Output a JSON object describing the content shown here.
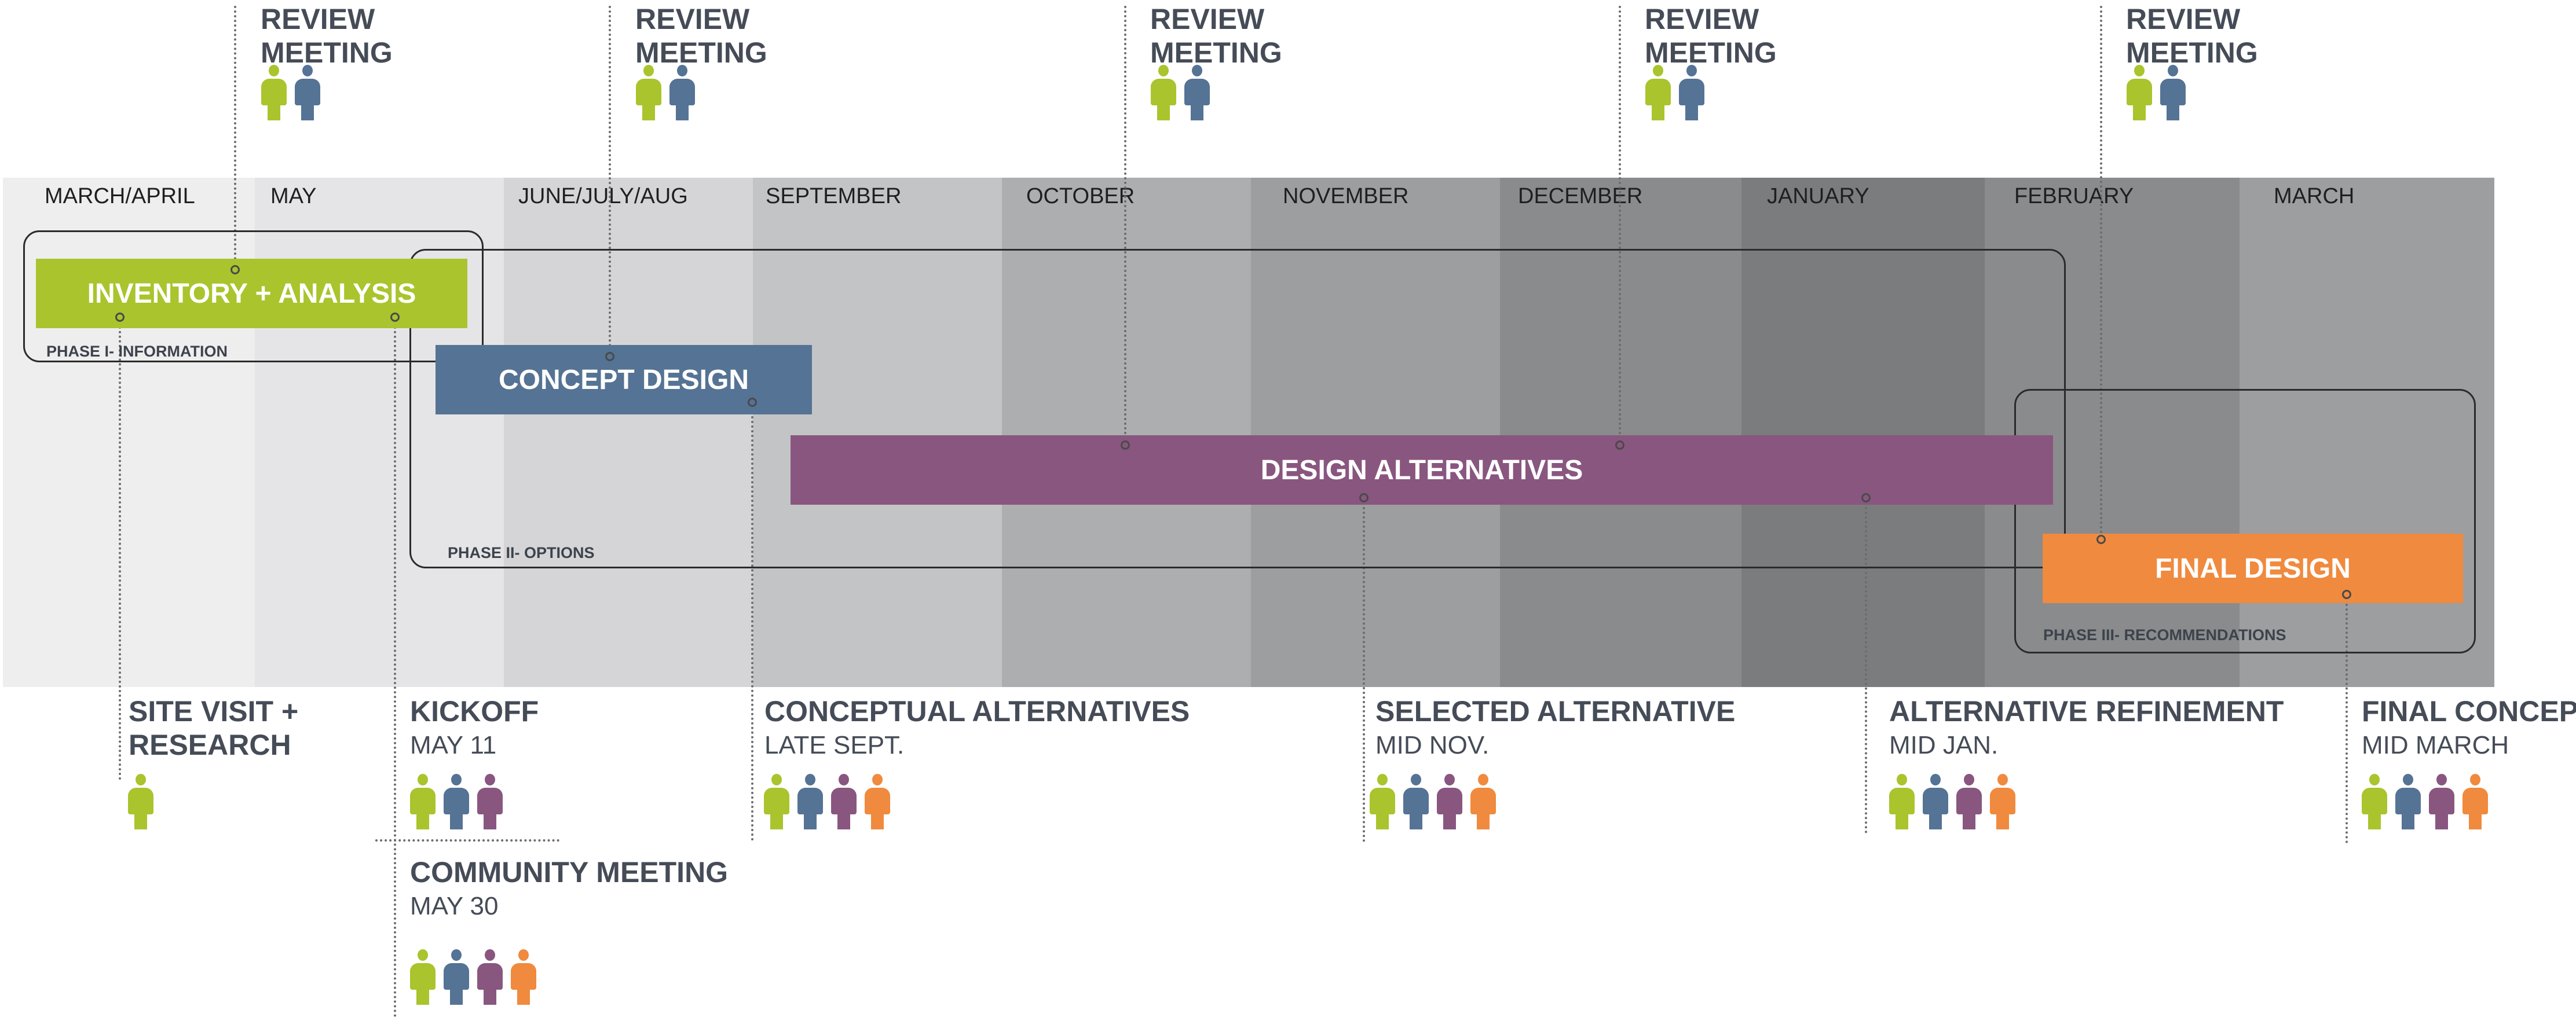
{
  "palette": {
    "green": "#a9c42d",
    "blue": "#557394",
    "purple": "#89567f",
    "orange": "#f08a3e",
    "text": "#454c57"
  },
  "months": [
    {
      "label": "MARCH/APRIL",
      "shade": "#eeeeee"
    },
    {
      "label": "MAY",
      "shade": "#e5e5e7"
    },
    {
      "label": "JUNE/JULY/AUG",
      "shade": "#d5d5d7"
    },
    {
      "label": "SEPTEMBER",
      "shade": "#c3c4c6"
    },
    {
      "label": "OCTOBER",
      "shade": "#adaeb0"
    },
    {
      "label": "NOVEMBER",
      "shade": "#9d9ea0"
    },
    {
      "label": "DECEMBER",
      "shade": "#8a8b8d"
    },
    {
      "label": "JANUARY",
      "shade": "#7b7c7e"
    },
    {
      "label": "FEBRUARY",
      "shade": "#8a8b8d"
    },
    {
      "label": "MARCH",
      "shade": "#9d9ea0"
    }
  ],
  "bars": {
    "inventory": "INVENTORY + ANALYSIS",
    "concept": "CONCEPT DESIGN",
    "alternatives": "DESIGN ALTERNATIVES",
    "final": "FINAL DESIGN"
  },
  "phases": {
    "phase1": "PHASE I- INFORMATION",
    "phase2": "PHASE II- OPTIONS",
    "phase3": "PHASE III- RECOMMENDATIONS"
  },
  "review_meetings": [
    {
      "label": "REVIEW MEETING",
      "people": [
        "green",
        "blue"
      ]
    },
    {
      "label": "REVIEW MEETING",
      "people": [
        "green",
        "blue"
      ]
    },
    {
      "label": "REVIEW MEETING",
      "people": [
        "green",
        "blue"
      ]
    },
    {
      "label": "REVIEW MEETING",
      "people": [
        "green",
        "blue"
      ]
    },
    {
      "label": "REVIEW MEETING",
      "people": [
        "green",
        "blue"
      ]
    }
  ],
  "events": [
    {
      "title": "SITE VISIT +",
      "title2": "RESEARCH",
      "date": "",
      "people": [
        "green"
      ]
    },
    {
      "title": "KICKOFF",
      "title2": "",
      "date": "MAY 11",
      "people": [
        "green",
        "blue",
        "purple"
      ]
    },
    {
      "title": "COMMUNITY MEETING",
      "title2": "",
      "date": "MAY 30",
      "people": [
        "green",
        "blue",
        "purple",
        "orange"
      ]
    },
    {
      "title": "CONCEPTUAL ALTERNATIVES",
      "title2": "",
      "date": "LATE SEPT.",
      "people": [
        "green",
        "blue",
        "purple",
        "orange"
      ]
    },
    {
      "title": "SELECTED ALTERNATIVE",
      "title2": "",
      "date": "MID NOV.",
      "people": [
        "green",
        "blue",
        "purple",
        "orange"
      ]
    },
    {
      "title": "ALTERNATIVE REFINEMENT",
      "title2": "",
      "date": "MID JAN.",
      "people": [
        "green",
        "blue",
        "purple",
        "orange"
      ]
    },
    {
      "title": "FINAL CONCEPT",
      "title2": "",
      "date": "MID MARCH",
      "people": [
        "green",
        "blue",
        "purple",
        "orange"
      ]
    }
  ]
}
